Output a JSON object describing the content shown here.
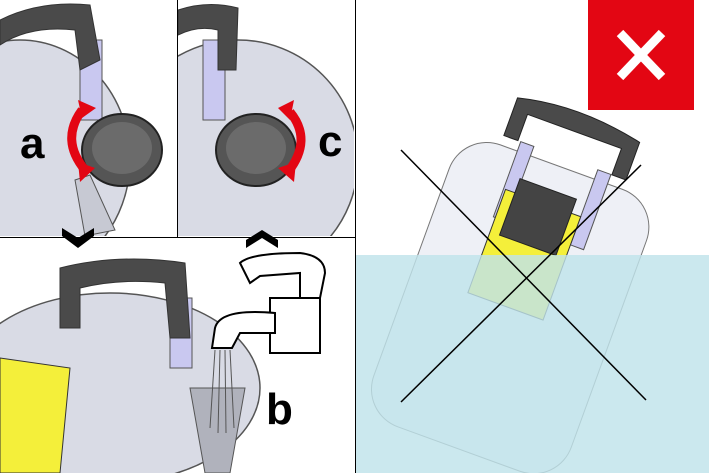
{
  "steps": {
    "a": "a",
    "b": "b",
    "c": "c"
  },
  "warning": {
    "icon": "prohibited-x-icon",
    "color": "#e30613"
  },
  "colors": {
    "housing": "#d6d8e2",
    "handle": "#4a4a4a",
    "accent_yellow": "#f4ef3a",
    "water": "#bfe3ea",
    "arrow_red": "#e30613"
  }
}
